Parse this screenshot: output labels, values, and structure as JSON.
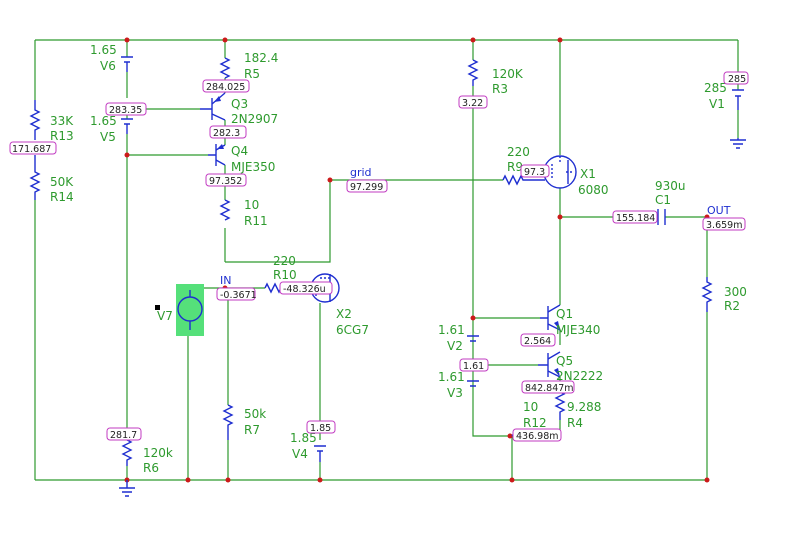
{
  "colors": {
    "wire": "#2e9a2e",
    "component": "#1f2fd0",
    "junction": "#cc1a1a",
    "probe_border": "#c23bc2",
    "highlight": "#55e07a"
  },
  "components": {
    "v6": {
      "ref": "V6",
      "value": "1.65"
    },
    "v5": {
      "ref": "V5",
      "value": "1.65"
    },
    "r5": {
      "ref": "R5",
      "value": "182.4"
    },
    "q3": {
      "ref": "Q3",
      "value": "2N2907"
    },
    "q4": {
      "ref": "Q4",
      "value": "MJE350"
    },
    "r11": {
      "ref": "R11",
      "value": "10"
    },
    "r13": {
      "ref": "R13",
      "value": "33K"
    },
    "r14": {
      "ref": "R14",
      "value": "50K"
    },
    "r10": {
      "ref": "R10",
      "value": "220"
    },
    "x2": {
      "ref": "X2",
      "value": "6CG7"
    },
    "v7": {
      "ref": "V7"
    },
    "r7": {
      "ref": "R7",
      "value": "50k"
    },
    "r6": {
      "ref": "R6",
      "value": "120k"
    },
    "v4": {
      "ref": "V4",
      "value": "1.85"
    },
    "r3": {
      "ref": "R3",
      "value": "120K"
    },
    "r9": {
      "ref": "R9",
      "value": "220"
    },
    "x1": {
      "ref": "X1",
      "value": "6080"
    },
    "c1": {
      "ref": "C1",
      "value": "930u"
    },
    "v1": {
      "ref": "V1",
      "value": "285"
    },
    "r2": {
      "ref": "R2",
      "value": "300"
    },
    "q1": {
      "ref": "Q1",
      "value": "MJE340"
    },
    "q5": {
      "ref": "Q5",
      "value": "2N2222"
    },
    "v2": {
      "ref": "V2",
      "value": "1.61"
    },
    "v3": {
      "ref": "V3",
      "value": "1.61"
    },
    "r12": {
      "ref": "R12",
      "value": "10"
    },
    "r4": {
      "ref": "R4",
      "value": "9.288"
    }
  },
  "nets": {
    "grid": "grid",
    "in": "IN",
    "out": "OUT"
  },
  "probes": {
    "p284": "284.025",
    "p283": "283.35",
    "p282": "282.3",
    "p171": "171.687",
    "p97352": "97.352",
    "p97299": "97.299",
    "pin": "-0.3671",
    "pgrid2": "-48.326u",
    "p281": "281.7",
    "p185": "1.85",
    "p322": "3.22",
    "p973": "97.3",
    "p155": "155.184",
    "pout": "3.659m",
    "p285": "285",
    "p2564": "2.564",
    "p161": "1.61",
    "p842": "842.847m",
    "p436": "436.98m"
  }
}
